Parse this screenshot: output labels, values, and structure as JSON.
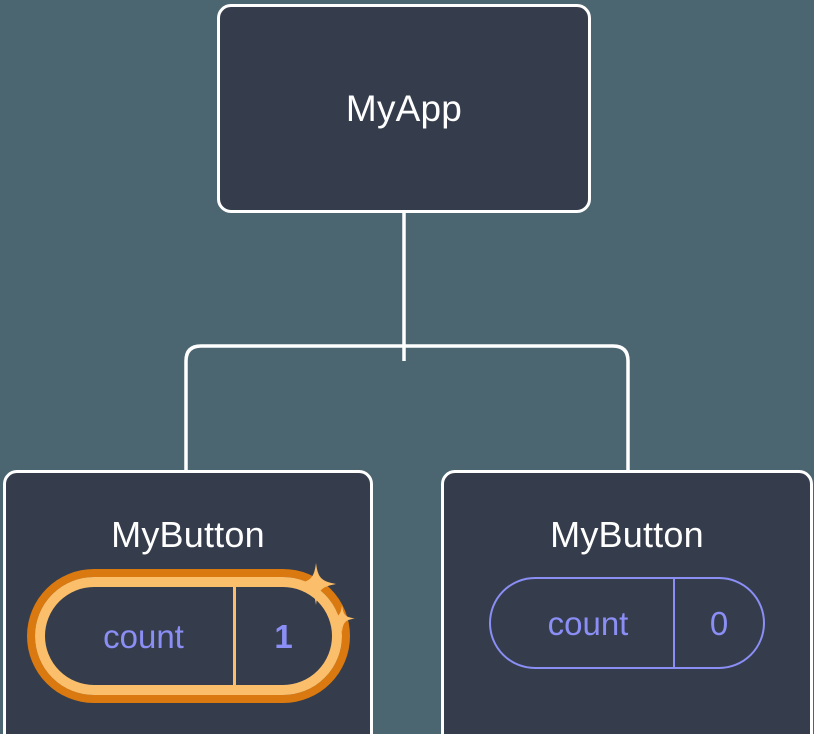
{
  "diagram": {
    "type": "component-tree",
    "background_color": "#4b6671",
    "node_fill_color": "#353d4c",
    "node_border_color": "#ffffff",
    "connector_color": "#ffffff",
    "state_color": "#8b8ef5",
    "highlight_ring_inner_color": "#fbbf6b",
    "highlight_ring_outer_color": "#d9790f",
    "sparkle_color": "#fbbf6b"
  },
  "root": {
    "title": "MyApp"
  },
  "children": [
    {
      "title": "MyButton",
      "state": {
        "key": "count",
        "value": "1"
      },
      "highlighted": true,
      "sparkles": true
    },
    {
      "title": "MyButton",
      "state": {
        "key": "count",
        "value": "0"
      },
      "highlighted": false,
      "sparkles": false
    }
  ]
}
